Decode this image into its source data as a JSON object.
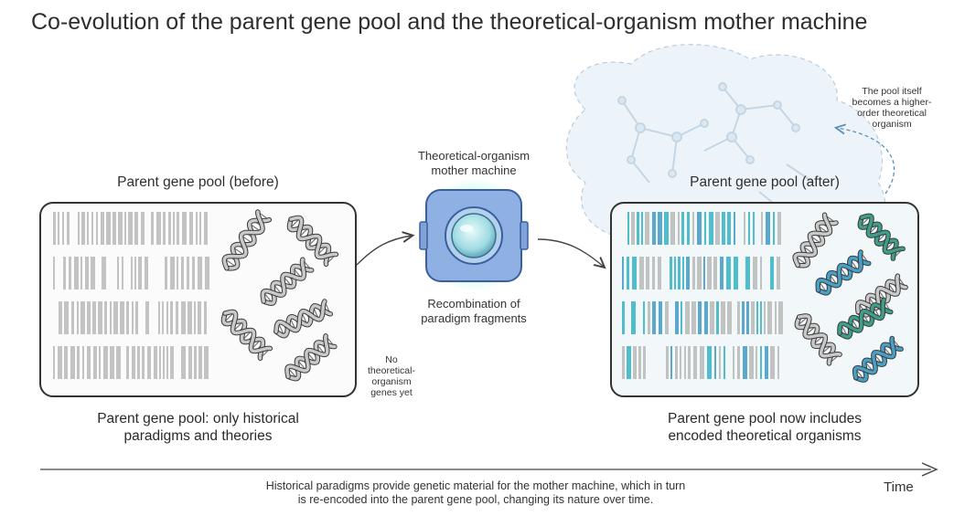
{
  "title": "Co-evolution of the parent gene pool and the theoretical-organism mother machine",
  "before": {
    "label": "Parent gene pool (before)",
    "caption_line1": "Parent gene pool: only historical",
    "caption_line2": "paradigms and theories",
    "note_lines": [
      "No",
      "theoretical-",
      "organism",
      "genes yet"
    ]
  },
  "machine": {
    "label_line1": "Theoretical-organism",
    "label_line2": "mother machine",
    "caption_line1": "Recombination of",
    "caption_line2": "paradigm fragments"
  },
  "after": {
    "label": "Parent gene pool (after)",
    "caption_line1": "Parent gene pool now includes",
    "caption_line2": "encoded theoretical organisms",
    "note_lines": [
      "The pool itself",
      "becomes a higher-",
      "order theoretical",
      "organism"
    ]
  },
  "timeline": {
    "label": "Time",
    "caption_line1": "Historical paradigms provide genetic material for the mother machine, which in turn",
    "caption_line2": "is re-encoded into the parent gene pool, changing its nature over time."
  },
  "colors": {
    "gray_stripe": "#b9b9b9",
    "teal": "#3fb6c6",
    "blue": "#4a9fc7",
    "green": "#3f9e8a",
    "machine": "#8fb0e3",
    "cloud": "#edf4f9"
  }
}
